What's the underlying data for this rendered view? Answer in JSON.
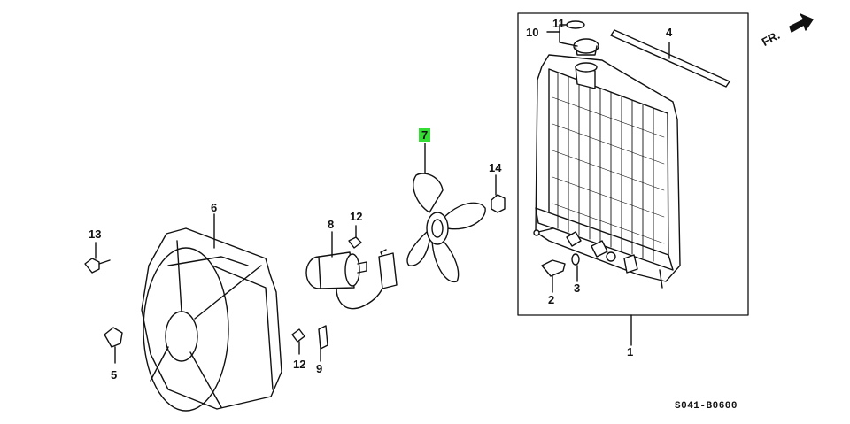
{
  "labels": {
    "p1": "1",
    "p2": "2",
    "p3": "3",
    "p4": "4",
    "p5": "5",
    "p6": "6",
    "p7": "7",
    "p8": "8",
    "p9": "9",
    "p10": "10",
    "p11": "11",
    "p12a": "12",
    "p12b": "12",
    "p13": "13",
    "p14": "14"
  },
  "direction_label": "FR.",
  "diagram_code": "S041-B0600",
  "highlight_color": "#33dd33"
}
